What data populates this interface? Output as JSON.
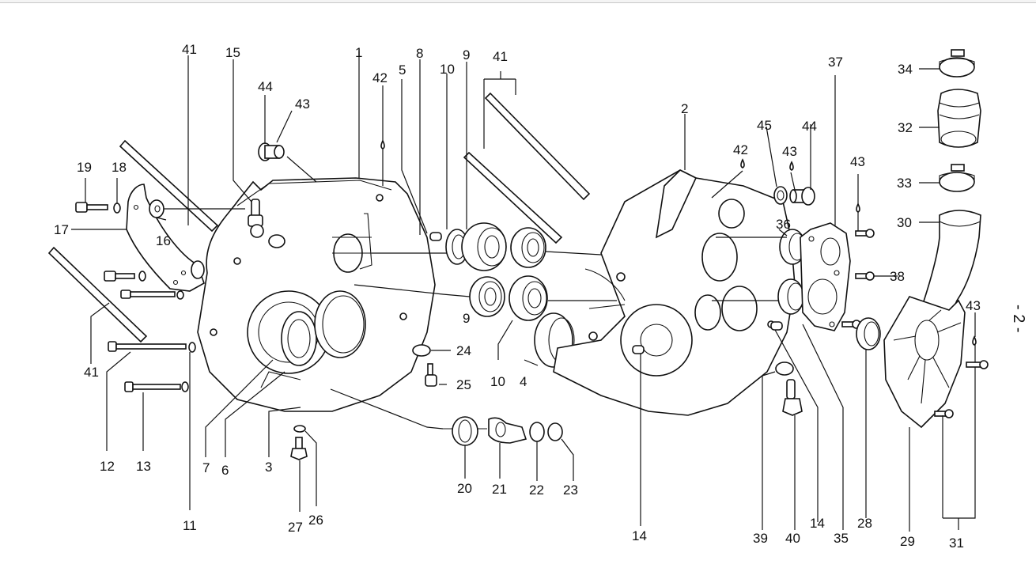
{
  "diagram": {
    "title": "Crankcase exploded parts diagram",
    "page_marker": "- 2 -",
    "callouts": [
      {
        "id": "c41a",
        "text": "41"
      },
      {
        "id": "c15",
        "text": "15"
      },
      {
        "id": "c44a",
        "text": "44"
      },
      {
        "id": "c43a",
        "text": "43"
      },
      {
        "id": "c1",
        "text": "1"
      },
      {
        "id": "c42a",
        "text": "42"
      },
      {
        "id": "c5",
        "text": "5"
      },
      {
        "id": "c8",
        "text": "8"
      },
      {
        "id": "c10a",
        "text": "10"
      },
      {
        "id": "c9a",
        "text": "9"
      },
      {
        "id": "c41b",
        "text": "41"
      },
      {
        "id": "c2",
        "text": "2"
      },
      {
        "id": "c42b",
        "text": "42"
      },
      {
        "id": "c45",
        "text": "45"
      },
      {
        "id": "c43b",
        "text": "43"
      },
      {
        "id": "c44b",
        "text": "44"
      },
      {
        "id": "c37",
        "text": "37"
      },
      {
        "id": "c43c",
        "text": "43"
      },
      {
        "id": "c34",
        "text": "34"
      },
      {
        "id": "c32",
        "text": "32"
      },
      {
        "id": "c33",
        "text": "33"
      },
      {
        "id": "c30",
        "text": "30"
      },
      {
        "id": "c36",
        "text": "36"
      },
      {
        "id": "c38",
        "text": "38"
      },
      {
        "id": "c43d",
        "text": "43"
      },
      {
        "id": "c19",
        "text": "19"
      },
      {
        "id": "c18",
        "text": "18"
      },
      {
        "id": "c17",
        "text": "17"
      },
      {
        "id": "c16",
        "text": "16"
      },
      {
        "id": "c41c",
        "text": "41"
      },
      {
        "id": "c12",
        "text": "12"
      },
      {
        "id": "c13",
        "text": "13"
      },
      {
        "id": "c11",
        "text": "11"
      },
      {
        "id": "c7",
        "text": "7"
      },
      {
        "id": "c6",
        "text": "6"
      },
      {
        "id": "c3",
        "text": "3"
      },
      {
        "id": "c27",
        "text": "27"
      },
      {
        "id": "c26",
        "text": "26"
      },
      {
        "id": "c9b",
        "text": "9"
      },
      {
        "id": "c10b",
        "text": "10"
      },
      {
        "id": "c4",
        "text": "4"
      },
      {
        "id": "c24",
        "text": "24"
      },
      {
        "id": "c25",
        "text": "25"
      },
      {
        "id": "c20",
        "text": "20"
      },
      {
        "id": "c21",
        "text": "21"
      },
      {
        "id": "c22",
        "text": "22"
      },
      {
        "id": "c23",
        "text": "23"
      },
      {
        "id": "c14a",
        "text": "14"
      },
      {
        "id": "c39",
        "text": "39"
      },
      {
        "id": "c40",
        "text": "40"
      },
      {
        "id": "c14b",
        "text": "14"
      },
      {
        "id": "c35",
        "text": "35"
      },
      {
        "id": "c28",
        "text": "28"
      },
      {
        "id": "c29",
        "text": "29"
      },
      {
        "id": "c31",
        "text": "31"
      }
    ]
  }
}
